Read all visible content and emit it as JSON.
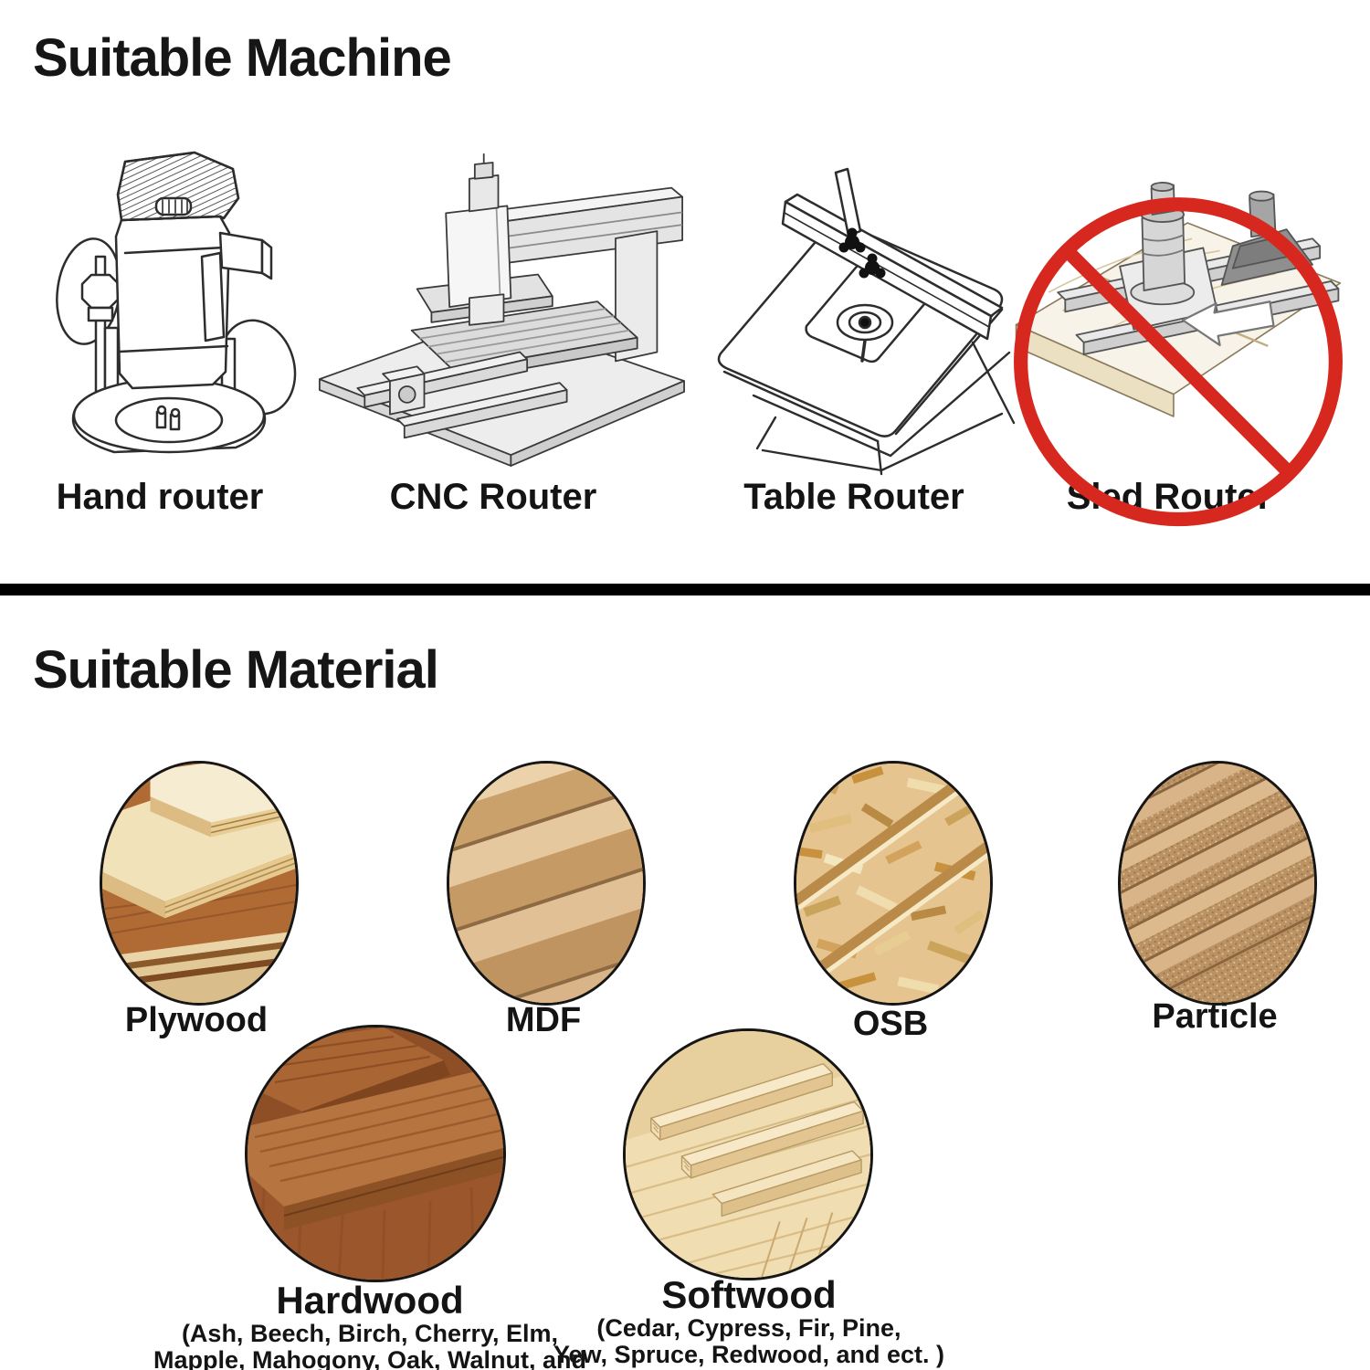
{
  "colors": {
    "background": "#ffffff",
    "text": "#141414",
    "divider": "#000000",
    "prohibited_red": "#d7281f"
  },
  "machine_section": {
    "title": "Suitable Machine",
    "machines": [
      {
        "label": "Hand router",
        "icon": "hand-router-illustration",
        "allowed": true
      },
      {
        "label": "CNC Router",
        "icon": "cnc-router-illustration",
        "allowed": true
      },
      {
        "label": "Table Router",
        "icon": "table-router-illustration",
        "allowed": true
      },
      {
        "label": "Sled Router",
        "icon": "sled-router-illustration",
        "allowed": false,
        "overlay": "no-symbol-icon"
      }
    ]
  },
  "material_section": {
    "title": "Suitable Material",
    "materials_row1": [
      {
        "label": "Plywood",
        "icon": "plywood-photo"
      },
      {
        "label": "MDF",
        "icon": "mdf-photo"
      },
      {
        "label": "OSB",
        "icon": "osb-photo"
      },
      {
        "label": "Particle",
        "icon": "particle-photo"
      }
    ],
    "materials_row2": [
      {
        "label": "Hardwood",
        "sublabel_line1": "(Ash, Beech, Birch, Cherry, Elm,",
        "sublabel_line2": "Mapple, Mahogony, Oak, Walnut, and ect.)",
        "icon": "hardwood-photo"
      },
      {
        "label": "Softwood",
        "sublabel_line1": "(Cedar, Cypress, Fir, Pine,",
        "sublabel_line2": "Yew, Spruce, Redwood, and ect. )",
        "icon": "softwood-photo"
      }
    ]
  }
}
